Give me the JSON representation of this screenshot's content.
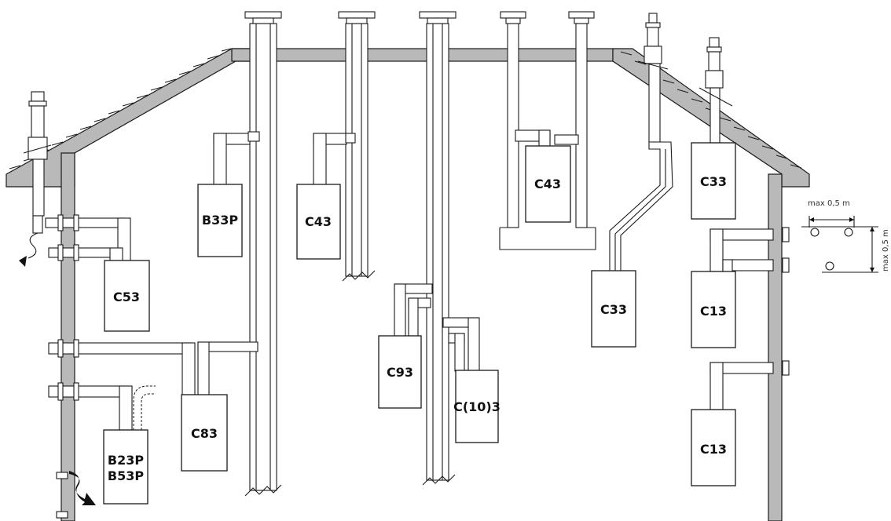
{
  "boilers": {
    "b33p": "B33P",
    "c43_left": "C43",
    "c43_right": "C43",
    "c53": "C53",
    "c83": "C83",
    "b23p": "B23P",
    "b53p": "B53P",
    "c93": "C93",
    "c10_3": "C(10)3",
    "c33_mid": "C33",
    "c33_right": "C33",
    "c13_top": "C13",
    "c13_bottom": "C13"
  },
  "dimensions": {
    "horizontal": "max 0,5 m",
    "vertical": "max 0,5 m"
  },
  "colors": {
    "wall": "#b9b9b9",
    "outline": "#1a1a1a"
  }
}
